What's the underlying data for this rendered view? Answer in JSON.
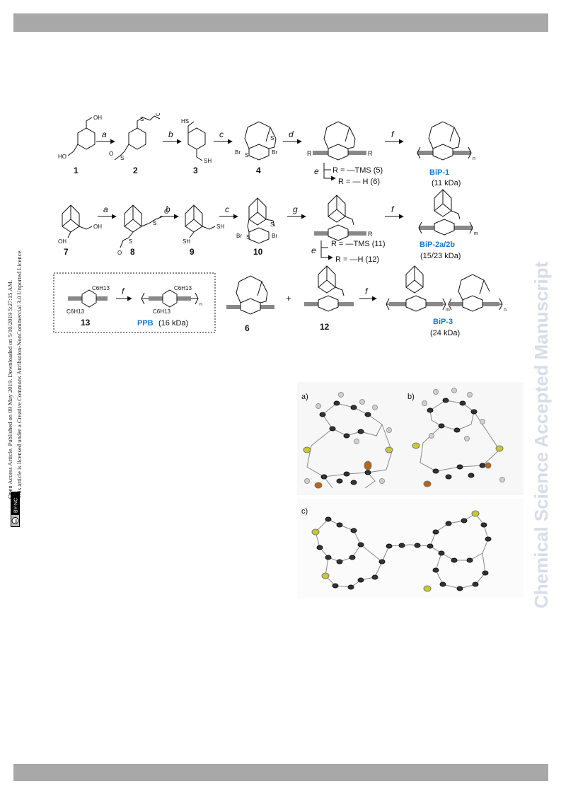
{
  "side_license": {
    "line1": "Open Access Article. Published on 09 May 2019. Downloaded on 5/10/2019 5:27:15 AM.",
    "line2": "This article is licensed under a Creative Commons Attribution-NonCommercial 3.0 Unported Licence.",
    "badge_text": "BY-NC"
  },
  "watermark": "Chemical Science Accepted Manuscript",
  "scheme": {
    "row1": {
      "compounds": [
        "1",
        "2",
        "3",
        "4"
      ],
      "arrows": [
        "a",
        "b",
        "c",
        "d",
        "f"
      ],
      "r_label": "R",
      "tms_line": "R = —TMS (5)",
      "h_line": "R = — H (6)",
      "e_label": "e",
      "product": "BiP-1",
      "mass": "(11 kDa)",
      "n": "n"
    },
    "row2": {
      "compounds": [
        "7",
        "8",
        "9",
        "10"
      ],
      "arrows": [
        "a",
        "b",
        "c",
        "g",
        "f"
      ],
      "r_label": "R",
      "tms_line": "R = —TMS (11)",
      "h_line": "R = —H (12)",
      "e_label": "e",
      "product": "BiP-2a/2b",
      "mass": "(15/23 kDa)",
      "m": "m"
    },
    "row3": {
      "compound13": "13",
      "arrow": "f",
      "ppb": "PPB",
      "ppb_mass": "(16 kDa)",
      "c6h13": "C6H13",
      "compound6": "6",
      "plus": "+",
      "compound12": "12",
      "product": "BiP-3",
      "mass": "(24 kDa)",
      "n": "n",
      "m": "m"
    }
  },
  "crystal": {
    "label_a": "a)",
    "label_b": "b)",
    "label_c": "c)"
  },
  "colors": {
    "bar": "#a8a8a8",
    "watermark": "#d9dbe6",
    "product_blue": "#1f77c4",
    "sulfur": "#c8c832",
    "bromine": "#b8651a"
  }
}
